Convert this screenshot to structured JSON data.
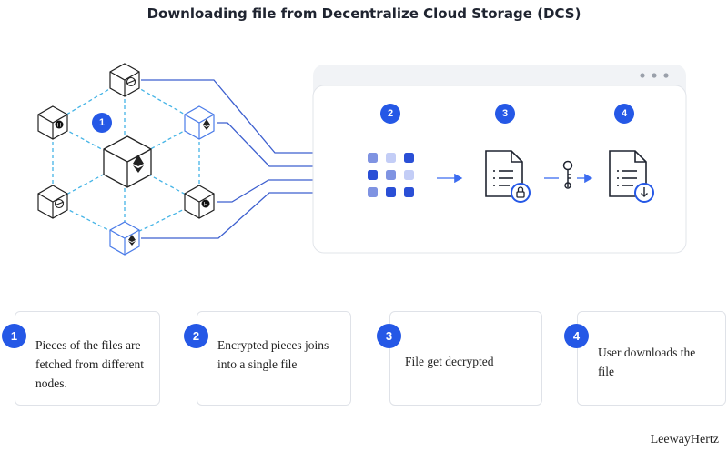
{
  "title": "Downloading file from Decentralize Cloud Storage (DCS)",
  "steps": [
    {
      "number": "1",
      "text": "Pieces of the files are fetched from different nodes."
    },
    {
      "number": "2",
      "text": "Encrypted pieces joins into a single file"
    },
    {
      "number": "3",
      "text": "File get decrypted"
    },
    {
      "number": "4",
      "text": "User downloads the file"
    }
  ],
  "brand": "LeewayHertz",
  "colors": {
    "accent": "#2558e6",
    "dashed_link": "#45b4e6",
    "grid_dark": "#2a4fd6",
    "grid_mid": "#7f93e2",
    "grid_light": "#c3cdf6"
  },
  "icons": [
    "stellar-icon",
    "ethereum-icon",
    "hedera-icon",
    "lock-icon",
    "key-icon",
    "download-icon",
    "file-icon"
  ]
}
